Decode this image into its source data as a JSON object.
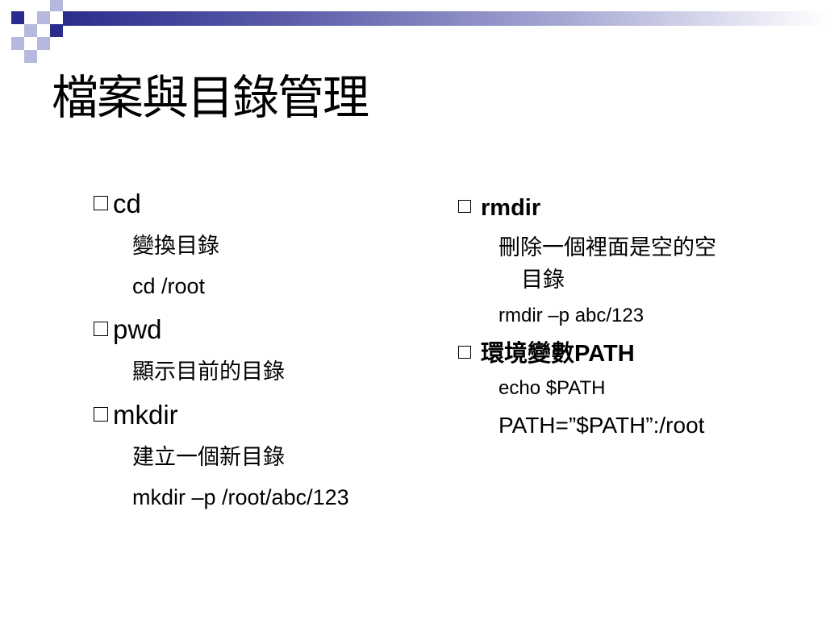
{
  "slide": {
    "title": "檔案與目錄管理",
    "colors": {
      "accent_dark": "#2b2d8c",
      "accent_mid": "#7b7dbf",
      "accent_light": "#b7b8dd",
      "text": "#000000",
      "background": "#ffffff"
    },
    "left_column": {
      "items": [
        {
          "command": "cd",
          "description": "變換目錄",
          "example": "cd /root"
        },
        {
          "command": "pwd",
          "description": "顯示目前的目錄"
        },
        {
          "command": "mkdir",
          "description": "建立一個新目錄",
          "example": "mkdir –p /root/abc/123"
        }
      ]
    },
    "right_column": {
      "items": [
        {
          "command": "rmdir",
          "description_line1": "刪除一個裡面是空的空",
          "description_line2": "目錄",
          "example": "rmdir –p abc/123"
        },
        {
          "command_cjk": "環境變數",
          "command_suffix": "PATH",
          "example": "echo $PATH",
          "example2": "PATH=”$PATH”:/root"
        }
      ]
    }
  }
}
